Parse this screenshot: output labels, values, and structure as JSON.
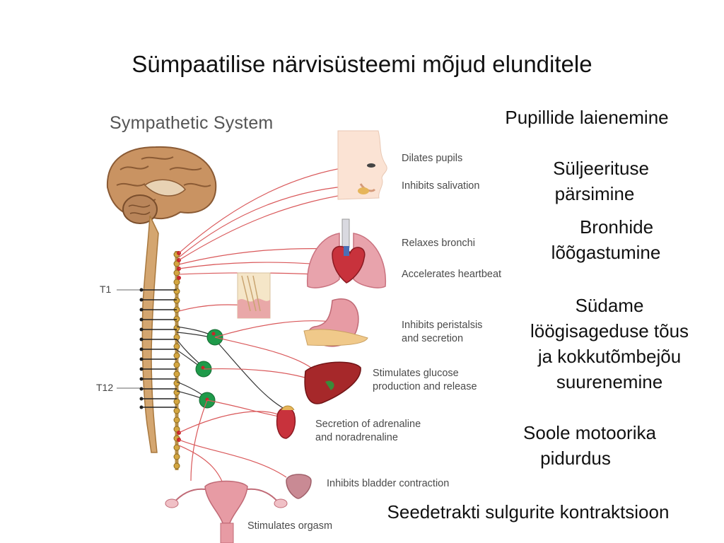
{
  "slide": {
    "title": "Sümpaatilise närvisüsteemi mõjud elunditele"
  },
  "figure": {
    "title": "Sympathetic System",
    "segments": [
      "T1",
      "T12"
    ],
    "labels": {
      "dilates_pupils": "Dilates pupils",
      "inhibits_salivation": "Inhibits salivation",
      "relaxes_bronchi": "Relaxes bronchi",
      "accelerates_heartbeat": "Accelerates heartbeat",
      "inhibits_peristalsis": [
        "Inhibits peristalsis",
        "and secretion"
      ],
      "stimulates_glucose": [
        "Stimulates glucose",
        "production and release"
      ],
      "secretion_adrenaline": [
        "Secretion of adrenaline",
        "and noradrenaline"
      ],
      "inhibits_bladder": "Inhibits bladder contraction",
      "stimulates_orgasm": "Stimulates orgasm"
    },
    "colors": {
      "nerve": "#d9585a",
      "ganglion": "#1f9a4a",
      "spine": "#c89a5c",
      "brain": "#c79060"
    }
  },
  "estonian": {
    "pupils": [
      "Pupillide laienemine"
    ],
    "saliva": [
      "Süljeerituse",
      "pärsimine"
    ],
    "bronchi": [
      "Bronhide",
      "lõõgastumine"
    ],
    "heart": [
      "Südame",
      "löögisageduse tõus",
      "ja kokkutõmbejõu",
      "suurenemine"
    ],
    "bowel": [
      "Soole motoorika",
      "pidurdus"
    ],
    "sphincter": [
      "Seedetrakti sulgurite kontraktsioon"
    ]
  }
}
